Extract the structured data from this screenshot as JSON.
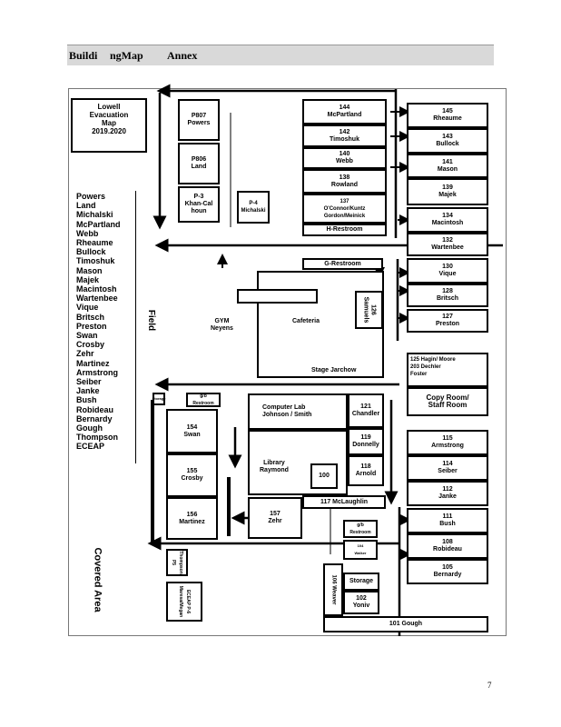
{
  "header": {
    "part1": "Buildi",
    "part2": "ngMap",
    "part3": "Annex"
  },
  "title": "Lowell\nEvacuation\nMap\n2019.2020",
  "names": [
    "Powers",
    "Land",
    "Michalski",
    "McPartland",
    "Webb",
    "Rheaume",
    "Bullock",
    "Timoshuk",
    "Mason",
    "Majek",
    "Macintosh",
    "Wartenbee",
    "Vique",
    "Britsch",
    "Preston",
    "Swan",
    "Crosby",
    "Zehr",
    "Martinez",
    "Armstrong",
    "Seiber",
    "Janke",
    "Bush",
    "Robideau",
    "Bernardy",
    "Gough",
    "Thompson",
    "ECEAP"
  ],
  "labels": {
    "field": "Field",
    "covered": "Covered Area",
    "p807": "P807\nPowers",
    "p806": "P806\nLand",
    "p3": "P-3\nKhan-Cal\nhoun",
    "p4": "P-4\nMichalski",
    "r144": "144\nMcPartland",
    "r142": "142\nTimoshuk",
    "r140": "140\nWebb",
    "r138": "138\nRowland",
    "r137": "137\nO'Connor/Kuntz\nGordon/Meinick",
    "hrest": "H-Restroom",
    "r145": "145\nRheaume",
    "r143": "143\nBullock",
    "r141": "141\nMason",
    "r139": "139\nMajek",
    "r134": "134\nMacintosh",
    "r132": "132\nWartenbee",
    "r130": "130\nVique",
    "r128": "128\nBritsch",
    "r127": "127\nPreston",
    "grest": "G-Restroom",
    "r126": "126\nSamuels",
    "cafe": "Cafeteria",
    "gym": "GYM\nNeyens",
    "stage": "Stage Jarchow",
    "r125": "125 Hagin/ Moore\n203 Dechler\nFoster",
    "copy": "Copy Room/\nStaff Room",
    "storage": "Storage",
    "restroom1": "g/b\nRestroom",
    "r154": "154\nSwan",
    "r155": "155\nCrosby",
    "r156": "156\nMartinez",
    "r157": "157\nZehr",
    "complab": "Computer Lab\nJohnson / Smith",
    "library": "Library\nRaymond",
    "r100": "100",
    "r121": "121\nChandler",
    "r119": "119\nDonnelly",
    "r118": "118\nArnold",
    "r117": "117 McLaughlin",
    "r115": "115\nArmstrong",
    "r114": "114\nSeiber",
    "r112": "112\nJanke",
    "r111": "111\nBush",
    "r108": "108\nRobideau",
    "r105": "105\nBernardy",
    "restroom2": "g/b\nRestroom",
    "r104": "104\nWalker",
    "r106": "106 Weaver",
    "r103": "Storage",
    "r102": "102\nYoniv",
    "r101": "101 Gough",
    "thompson": "Thompson\nP5",
    "eceap": "ECEAP P-6\nMaresa/Megan"
  },
  "page_number": "7"
}
